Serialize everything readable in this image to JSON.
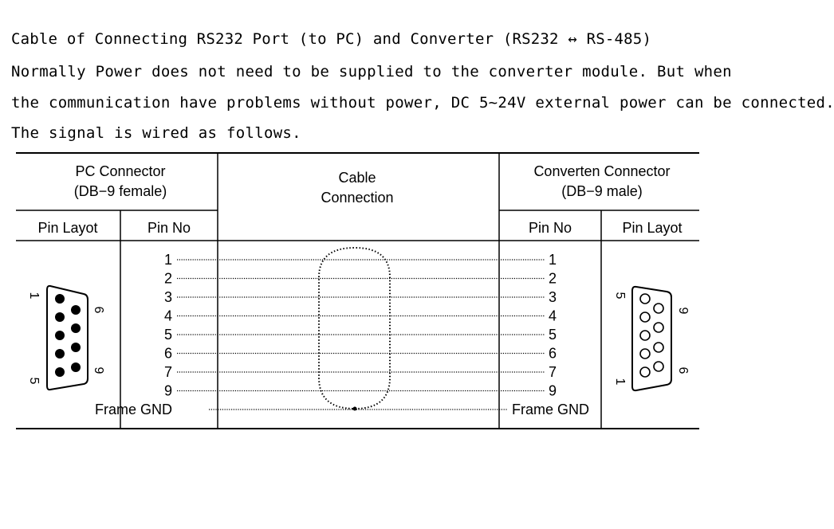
{
  "heading": "Cable of Connecting RS232 Port (to PC) and Converter (RS232 ↔ RS-485)",
  "paragraph": [
    "Normally Power does not need to be supplied to the converter module. But when",
    "the communication have problems without power, DC 5~24V external power can be connected.",
    "The signal is wired as follows."
  ],
  "table": {
    "pc_connector": {
      "title": "PC Connector",
      "subtitle": "(DB−9 female)"
    },
    "cable": {
      "line1": "Cable",
      "line2": "Connection"
    },
    "converter_connector": {
      "title": "Converten Connector",
      "subtitle": "(DB−9 male)"
    },
    "col_pin_layout_left": "Pin Layot",
    "col_pin_no_left": "Pin No",
    "col_pin_no_right": "Pin No",
    "col_pin_layout_right": "Pin Layot",
    "pins": [
      "1",
      "2",
      "3",
      "4",
      "5",
      "6",
      "7",
      "9",
      "Frame GND"
    ],
    "female_labels": {
      "top_left": "1",
      "bottom_left": "5",
      "top_right": "6",
      "bottom_right": "9"
    },
    "male_labels": {
      "top_left": "5",
      "bottom_left": "1",
      "top_right": "9",
      "bottom_right": "6"
    }
  }
}
